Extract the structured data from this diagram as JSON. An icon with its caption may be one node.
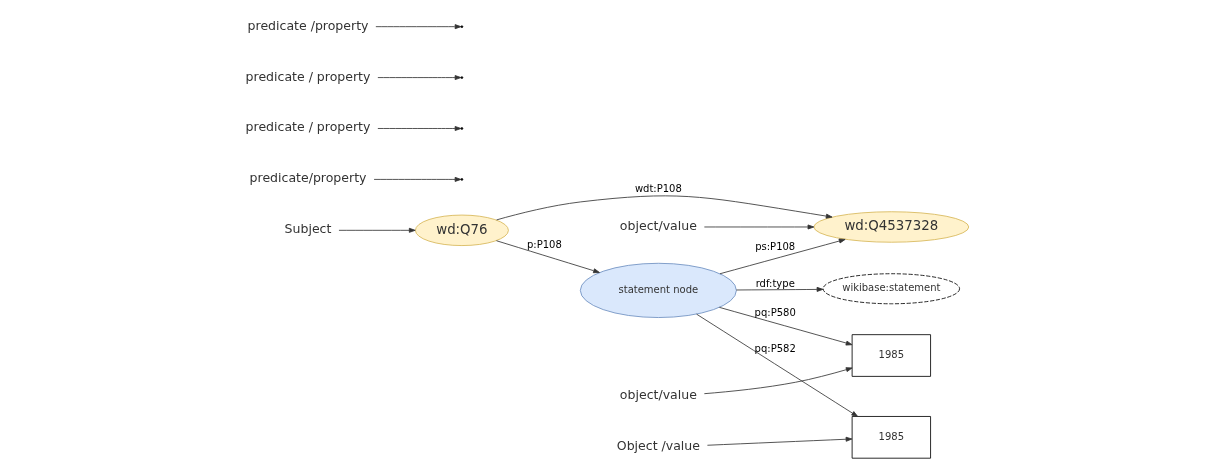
{
  "diagram": {
    "nodes": [
      {
        "text": [
          "object/value"
        ]
      },
      {
        "text": [
          "predicate/property"
        ]
      },
      {
        "text": [
          "wd:Q4537328"
        ]
      },
      {
        "text": [
          "wikibase:statement"
        ]
      },
      {
        "text": [
          "Subject"
        ]
      },
      {
        "text": [
          "wd:Q76"
        ]
      },
      {
        "text": [
          "statement node"
        ]
      },
      {
        "text": [
          "predicate / property"
        ]
      },
      {
        "text": [
          "predicate / property"
        ]
      },
      {
        "text": [
          "1985"
        ]
      },
      {
        "text": [
          "object/value"
        ]
      },
      {
        "text": [
          "1985"
        ]
      },
      {
        "text": [
          "Object /value"
        ]
      },
      {
        "text": [
          "predicate /property"
        ]
      }
    ],
    "edges": [
      {
        "from": 0,
        "to": 2,
        "arrow": "to"
      },
      {
        "from": 1,
        "to": null,
        "arrow": "to"
      },
      {
        "from": 4,
        "to": 5,
        "arrow": "to"
      },
      {
        "from": 5,
        "to": 2,
        "arrow": "to",
        "label": "wdt:P108"
      },
      {
        "from": 5,
        "to": 6,
        "arrow": "to",
        "label": "p:P108"
      },
      {
        "from": 6,
        "to": 2,
        "arrow": "to",
        "label": "ps:P108"
      },
      {
        "from": 6,
        "to": 3,
        "arrow": "to",
        "label": "rdf:type"
      },
      {
        "from": 8,
        "to": null,
        "arrow": "to"
      },
      {
        "from": 6,
        "to": 11,
        "arrow": "to",
        "label": "pq:P582"
      },
      {
        "from": 6,
        "to": 9,
        "arrow": "to",
        "label": "pq:P580"
      },
      {
        "from": 7,
        "to": null,
        "arrow": "to"
      },
      {
        "from": 10,
        "to": 9,
        "arrow": "to"
      },
      {
        "from": 12,
        "to": 11,
        "arrow": "to"
      },
      {
        "from": 13,
        "to": null,
        "arrow": "to"
      }
    ]
  }
}
